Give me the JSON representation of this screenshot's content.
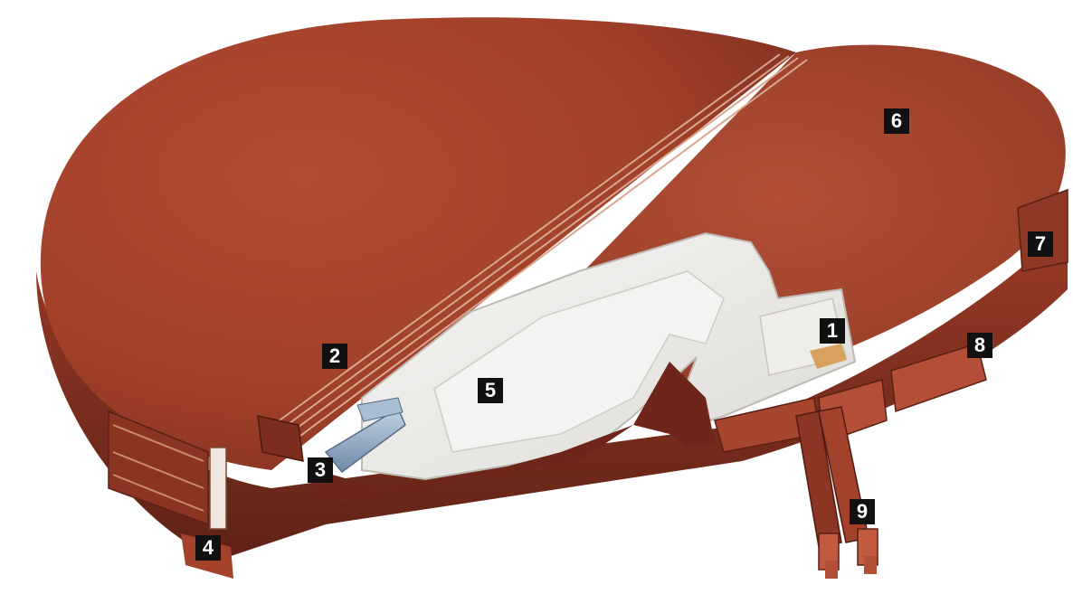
{
  "diagram": {
    "callouts": [
      {
        "id": "1",
        "label": "1"
      },
      {
        "id": "2",
        "label": "2"
      },
      {
        "id": "3",
        "label": "3"
      },
      {
        "id": "4",
        "label": "4"
      },
      {
        "id": "5",
        "label": "5"
      },
      {
        "id": "6",
        "label": "6"
      },
      {
        "id": "7",
        "label": "7"
      },
      {
        "id": "8",
        "label": "8"
      },
      {
        "id": "9",
        "label": "9"
      }
    ]
  },
  "colors": {
    "leather": "#a9452e",
    "leather_dark": "#6e2a1b",
    "foam": "#ecebea",
    "metal": "#8aa3bf",
    "background": "#ffffff"
  }
}
